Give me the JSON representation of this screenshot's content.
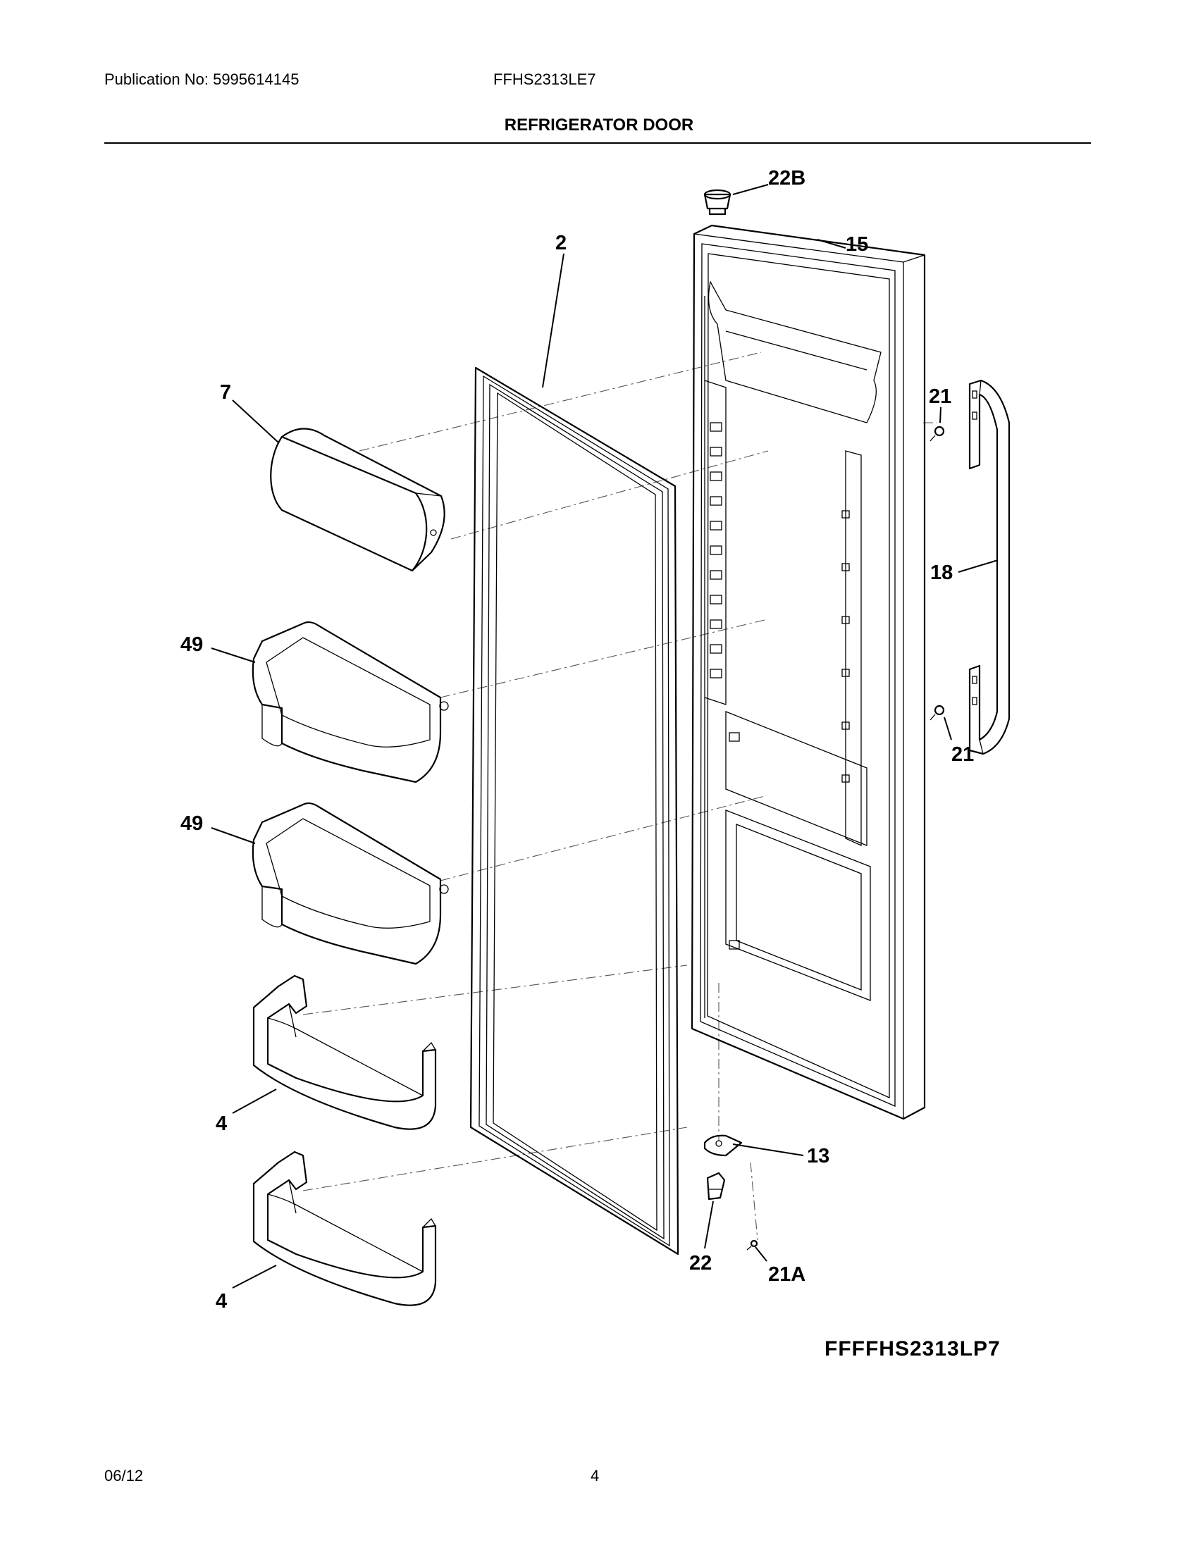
{
  "header": {
    "publication": "Publication No: 5995614145",
    "model": "FFHS2313LE7",
    "title": "REFRIGERATOR DOOR"
  },
  "callouts": {
    "c22b": "22B",
    "c15": "15",
    "c2": "2",
    "c7": "7",
    "c21_top": "21",
    "c18": "18",
    "c49_top": "49",
    "c21_bottom": "21",
    "c49_bottom": "49",
    "c4_top": "4",
    "c13": "13",
    "c22": "22",
    "c21a": "21A",
    "c4_bottom": "4"
  },
  "figure_code": "FFFFHS2313LP7",
  "footer": {
    "date": "06/12",
    "page": "4"
  }
}
